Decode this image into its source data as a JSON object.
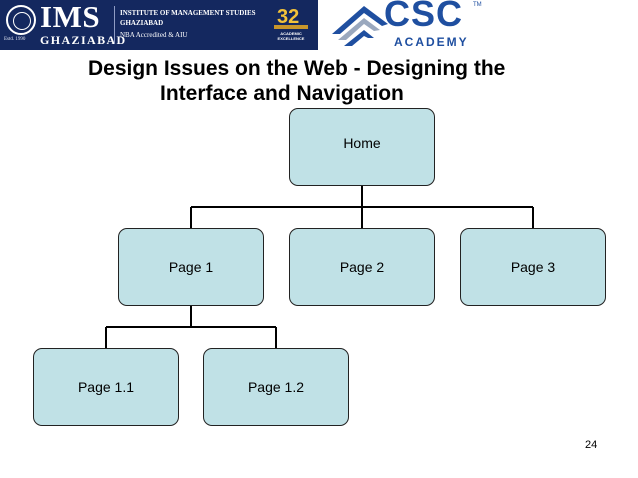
{
  "header": {
    "ims": {
      "wordmark": "IMS",
      "city": "GHAZIABAD",
      "line1": "INSTITUTE OF MANAGEMENT STUDIES",
      "line2": "GHAZIABAD",
      "line3": "NBA Accredited & AIU",
      "seal_text": "Estd. 1990",
      "badge_number": "32",
      "badge_text": "ACADEMIC EXCELLENCE"
    },
    "csc": {
      "wordmark": "CSC",
      "tagline": "ACADEMY",
      "trademark": "TM"
    }
  },
  "slide": {
    "title_line1": "Design Issues on the Web - Designing the",
    "title_line2": "Interface and Navigation",
    "page_number": "24"
  },
  "diagram": {
    "nodes": {
      "home": "Home",
      "page1": "Page 1",
      "page2": "Page 2",
      "page3": "Page 3",
      "page1_1": "Page 1.1",
      "page1_2": "Page 1.2"
    }
  },
  "colors": {
    "banner": "#14285f",
    "node_fill": "#c0e1e6",
    "csc_blue": "#1f4fa0"
  }
}
